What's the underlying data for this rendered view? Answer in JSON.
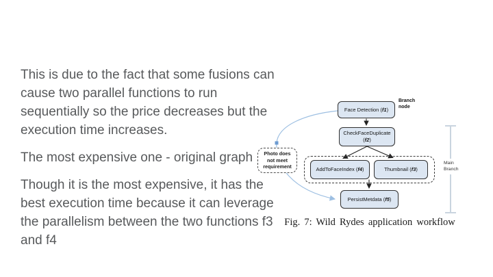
{
  "slide": {
    "paragraphs": [
      {
        "lines": [
          "This is due to the fact that some fusions can",
          "cause two parallel functions to run",
          "sequentially so the price decreases but the",
          "execution time increases."
        ]
      },
      {
        "lines": [
          "The most expensive one - original graph"
        ]
      },
      {
        "lines": [
          "Though it is the most expensive, it has the",
          "best execution time because it can leverage",
          "the parallelism between the two functions f3",
          "and f4"
        ]
      }
    ]
  },
  "figure": {
    "caption": "Fig. 7: Wild Rydes application workflow",
    "nodes": {
      "f1": {
        "prefix": "Face Detection (",
        "fid": "f1",
        "suffix": ")"
      },
      "f2": {
        "line1": "CheckFaceDuplicate",
        "prefix": "(",
        "fid": "f2",
        "suffix": ")"
      },
      "f4": {
        "prefix": "AddToFaceIndex (",
        "fid": "f4",
        "suffix": ")"
      },
      "f3": {
        "prefix": "Thumbnail (",
        "fid": "f3",
        "suffix": ")"
      },
      "f5": {
        "prefix": "PersistMetdata (",
        "fid": "f5",
        "suffix": ")"
      }
    },
    "annotations": {
      "branch_node": {
        "lines": [
          "Branch",
          "node"
        ]
      },
      "main_branch": {
        "lines": [
          "Main",
          "Branch"
        ]
      },
      "photo_condition": {
        "lines": [
          "Photo does",
          "not meet",
          "requirement"
        ]
      }
    },
    "colors": {
      "node_fill": "#dce6f2",
      "node_border": "#2f2f2f",
      "flow_arrow": "#222222",
      "loop_arrow": "#9dbfe2",
      "bracket": "#c9d4df",
      "text_gray": "#57595b"
    }
  }
}
